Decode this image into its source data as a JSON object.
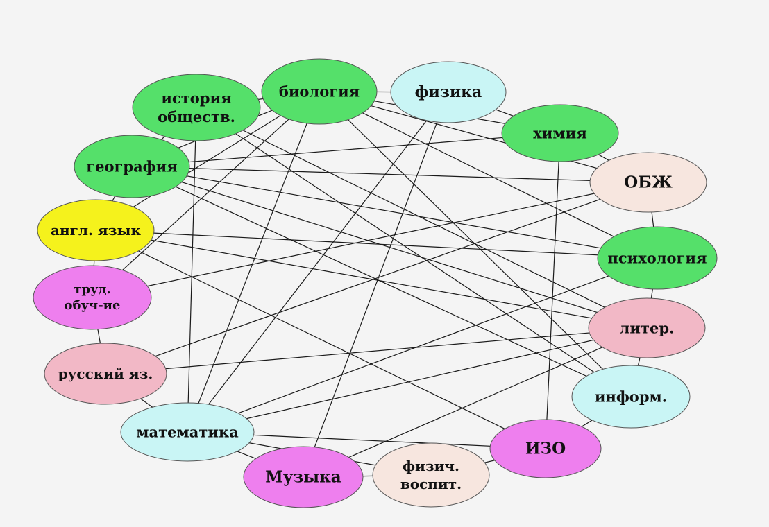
{
  "colors": {
    "green": "#55e06a",
    "yellow": "#f5f21c",
    "magenta": "#ee7fee",
    "pink": "#f2b8c6",
    "cyan": "#c9f5f5",
    "beige": "#f7e6df"
  },
  "nodes": [
    {
      "id": "history",
      "lines": [
        "история",
        "обществ."
      ],
      "color": "green",
      "icon": "none"
    },
    {
      "id": "biology",
      "lines": [
        "биология"
      ],
      "color": "green"
    },
    {
      "id": "physics",
      "lines": [
        "физика"
      ],
      "color": "cyan"
    },
    {
      "id": "chemistry",
      "lines": [
        "химия"
      ],
      "color": "green"
    },
    {
      "id": "obzh",
      "lines": [
        "ОБЖ"
      ],
      "color": "beige"
    },
    {
      "id": "psychology",
      "lines": [
        "психология"
      ],
      "color": "green"
    },
    {
      "id": "literature",
      "lines": [
        "литер."
      ],
      "color": "pink"
    },
    {
      "id": "informatics",
      "lines": [
        "информ."
      ],
      "color": "cyan"
    },
    {
      "id": "art",
      "lines": [
        "ИЗО"
      ],
      "color": "magenta"
    },
    {
      "id": "pe",
      "lines": [
        "физич.",
        "воспит."
      ],
      "color": "beige"
    },
    {
      "id": "music",
      "lines": [
        "Музыка"
      ],
      "color": "magenta"
    },
    {
      "id": "math",
      "lines": [
        "математика"
      ],
      "color": "cyan"
    },
    {
      "id": "russian",
      "lines": [
        "русский яз."
      ],
      "color": "pink"
    },
    {
      "id": "labor",
      "lines": [
        "труд.",
        "обуч-ие"
      ],
      "color": "magenta"
    },
    {
      "id": "english",
      "lines": [
        "англ. язык"
      ],
      "color": "yellow"
    },
    {
      "id": "geography",
      "lines": [
        "география"
      ],
      "color": "green"
    }
  ],
  "edges": [
    [
      "history",
      "biology"
    ],
    [
      "biology",
      "physics"
    ],
    [
      "physics",
      "chemistry"
    ],
    [
      "chemistry",
      "obzh"
    ],
    [
      "obzh",
      "psychology"
    ],
    [
      "psychology",
      "literature"
    ],
    [
      "literature",
      "informatics"
    ],
    [
      "informatics",
      "art"
    ],
    [
      "art",
      "pe"
    ],
    [
      "pe",
      "music"
    ],
    [
      "music",
      "math"
    ],
    [
      "math",
      "russian"
    ],
    [
      "russian",
      "labor"
    ],
    [
      "labor",
      "english"
    ],
    [
      "english",
      "geography"
    ],
    [
      "geography",
      "history"
    ],
    [
      "biology",
      "geography"
    ],
    [
      "biology",
      "english"
    ],
    [
      "biology",
      "psychology"
    ],
    [
      "biology",
      "obzh"
    ],
    [
      "biology",
      "informatics"
    ],
    [
      "biology",
      "math"
    ],
    [
      "biology",
      "labor"
    ],
    [
      "biology",
      "chemistry"
    ],
    [
      "history",
      "literature"
    ],
    [
      "history",
      "math"
    ],
    [
      "history",
      "informatics"
    ],
    [
      "physics",
      "math"
    ],
    [
      "physics",
      "music"
    ],
    [
      "chemistry",
      "geography"
    ],
    [
      "chemistry",
      "art"
    ],
    [
      "obzh",
      "geography"
    ],
    [
      "obzh",
      "labor"
    ],
    [
      "psychology",
      "geography"
    ],
    [
      "psychology",
      "english"
    ],
    [
      "psychology",
      "math"
    ],
    [
      "literature",
      "russian"
    ],
    [
      "literature",
      "english"
    ],
    [
      "literature",
      "math"
    ],
    [
      "literature",
      "geography"
    ],
    [
      "literature",
      "music"
    ],
    [
      "informatics",
      "geography"
    ],
    [
      "art",
      "math"
    ],
    [
      "art",
      "english"
    ],
    [
      "pe",
      "math"
    ],
    [
      "russian",
      "obzh"
    ]
  ]
}
